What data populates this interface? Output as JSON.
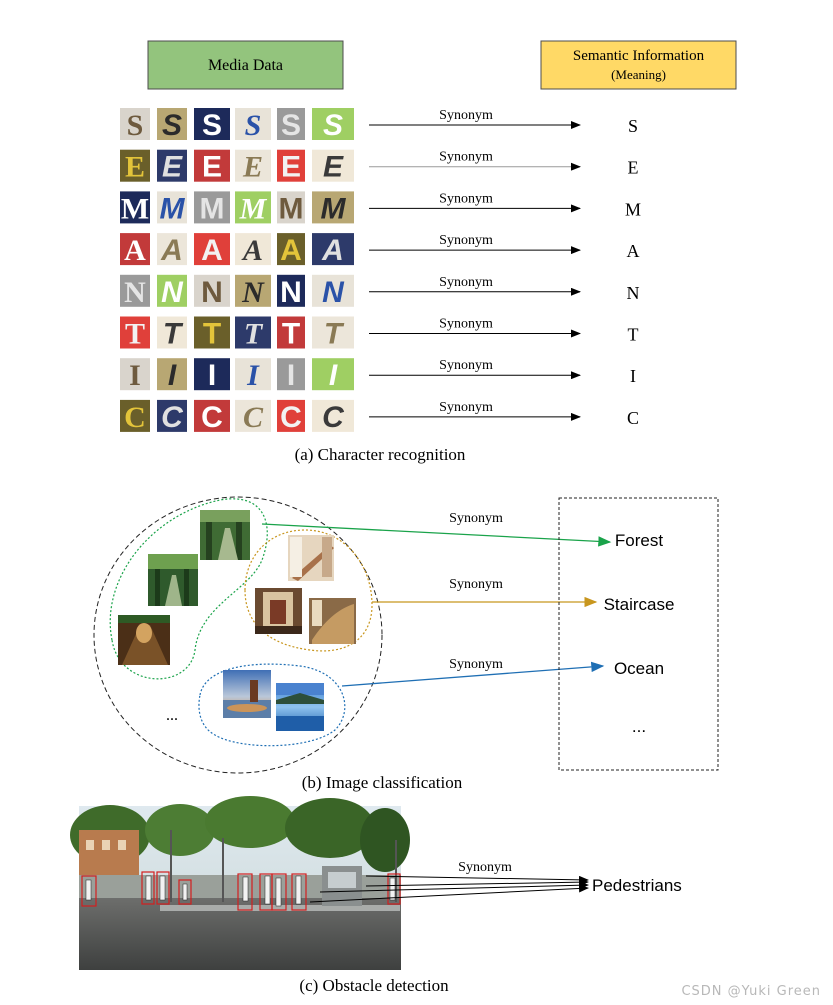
{
  "section_a": {
    "media_label": "Media Data",
    "semantic_label_line1": "Semantic Information",
    "semantic_label_line2": "(Meaning)",
    "caption": "(a) Character recognition",
    "relation_label": "Synonym",
    "rows": [
      {
        "glyph": "S",
        "target": "S"
      },
      {
        "glyph": "E",
        "target": "E"
      },
      {
        "glyph": "M",
        "target": "M"
      },
      {
        "glyph": "A",
        "target": "A"
      },
      {
        "glyph": "N",
        "target": "N"
      },
      {
        "glyph": "T",
        "target": "T"
      },
      {
        "glyph": "I",
        "target": "I"
      },
      {
        "glyph": "C",
        "target": "C"
      }
    ],
    "colors": {
      "media_box": "#93c47d",
      "semantic_box": "#ffd966"
    }
  },
  "section_b": {
    "caption": "(b) Image classification",
    "ellipsis_left": "...",
    "ellipsis_right": "...",
    "classes": [
      {
        "relation": "Synonym",
        "label": "Forest",
        "color": "#1aa34a"
      },
      {
        "relation": "Synonym",
        "label": "Staircase",
        "color": "#c8961e"
      },
      {
        "relation": "Synonym",
        "label": "Ocean",
        "color": "#1f6fb4"
      }
    ]
  },
  "section_c": {
    "caption": "(c) Obstacle detection",
    "relation_label": "Synonym",
    "target_label": "Pedestrians"
  },
  "watermark": "CSDN @Yuki Green"
}
